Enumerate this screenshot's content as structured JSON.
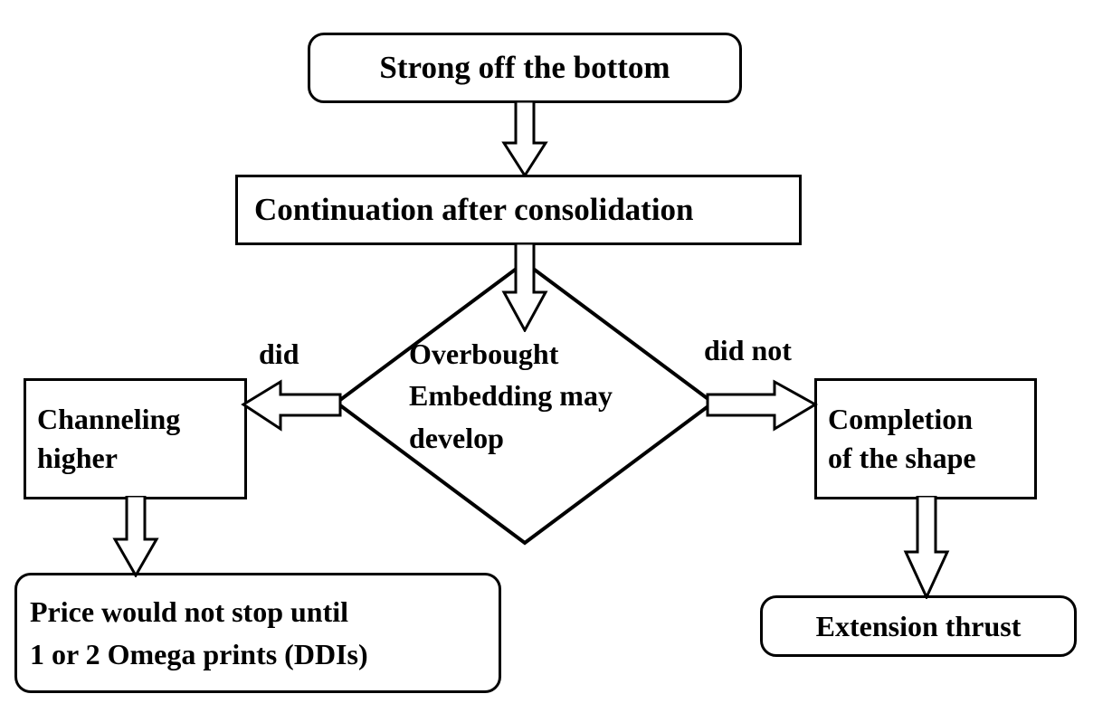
{
  "diagram": {
    "title": "Strong off the bottom flowchart",
    "type": "flowchart",
    "background": "#ffffff",
    "stroke": "#000000",
    "fill": "#ffffff"
  },
  "nodes": {
    "start": {
      "label": "Strong off the bottom",
      "shape": "rounded-rectangle"
    },
    "continuation": {
      "label": "Continuation after consolidation",
      "shape": "rectangle"
    },
    "decision": {
      "shape": "diamond",
      "line1": "Overbought",
      "line2": "Embedding may",
      "line3": "develop"
    },
    "channeling": {
      "shape": "rectangle",
      "line1": "Channeling",
      "line2": "higher"
    },
    "completion": {
      "shape": "rectangle",
      "line1": "Completion",
      "line2": "of the shape"
    },
    "price": {
      "shape": "rounded-rectangle",
      "line1": "Price would not stop until",
      "line2": "1 or 2 Omega prints (DDIs)"
    },
    "extension": {
      "shape": "rounded-rectangle",
      "label": "Extension thrust"
    }
  },
  "edges": {
    "start_to_continuation": {
      "label": "",
      "direction": "down"
    },
    "continuation_to_decision": {
      "label": "",
      "direction": "down"
    },
    "decision_to_channeling": {
      "label": "did",
      "direction": "left"
    },
    "decision_to_completion": {
      "label": "did not",
      "direction": "right"
    },
    "channeling_to_price": {
      "label": "",
      "direction": "down"
    },
    "completion_to_extension": {
      "label": "",
      "direction": "down"
    }
  }
}
